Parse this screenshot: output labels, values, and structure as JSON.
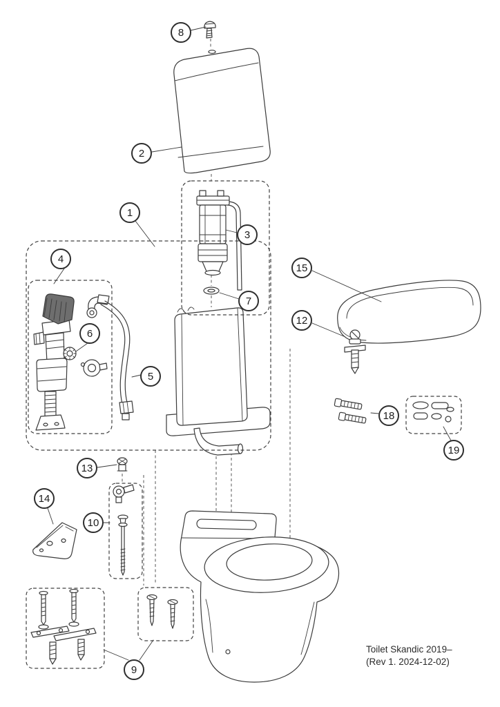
{
  "document": {
    "title": "Toilet Skandic 2019–",
    "revision": "(Rev 1. 2024-12-02)"
  },
  "colors": {
    "ink": "#3a3a3a",
    "cap_fill": "#6e6e6e",
    "background": "#ffffff"
  },
  "callouts": [
    {
      "label": "1"
    },
    {
      "label": "2"
    },
    {
      "label": "3"
    },
    {
      "label": "4"
    },
    {
      "label": "5"
    },
    {
      "label": "6"
    },
    {
      "label": "7"
    },
    {
      "label": "8"
    },
    {
      "label": "9"
    },
    {
      "label": "10"
    },
    {
      "label": "12"
    },
    {
      "label": "13"
    },
    {
      "label": "14"
    },
    {
      "label": "15"
    },
    {
      "label": "18"
    },
    {
      "label": "19"
    }
  ]
}
